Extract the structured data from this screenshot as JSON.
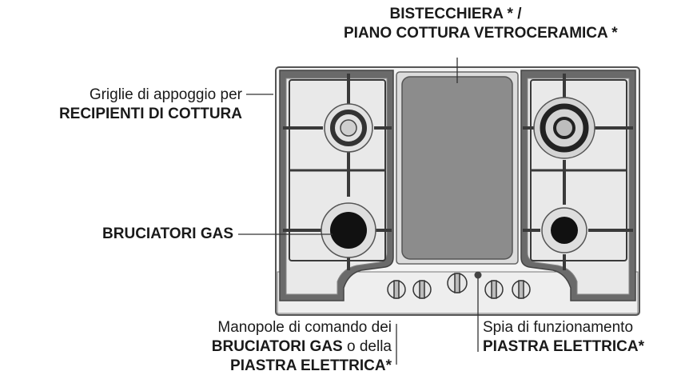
{
  "labels": {
    "griddle": {
      "line1": "BISTECCHIERA * /",
      "line2": "PIANO COTTURA VETROCERAMICA *"
    },
    "grates": {
      "line1": "Griglie di appoggio per",
      "line2": "RECIPIENTI DI COTTURA"
    },
    "burners": {
      "line1": "BRUCIATORI GAS"
    },
    "knobs": {
      "line1": "Manopole di comando dei",
      "line2_bold": "BRUCIATORI GAS",
      "line2_normal": " o della",
      "line3": "PIASTRA ELETTRICA*"
    },
    "indicator": {
      "line1": "Spia di funzionamento",
      "line2": "PIASTRA ELETTRICA*"
    }
  }
}
